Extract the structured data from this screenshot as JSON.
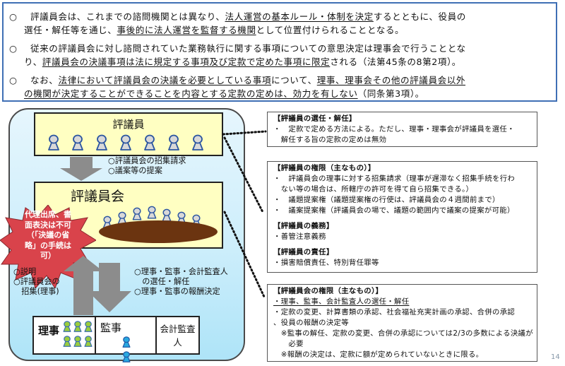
{
  "intro": {
    "bullet_glyph": "○",
    "paragraphs": [
      {
        "line1_pre": "評議員会は、これまでの諮問機関とは異なり、",
        "line1_u": "法人運営の基本ルール・体制を決定",
        "line1_post": "するとともに、役員の",
        "line2_pre": "選任・解任等を通じ、",
        "line2_u": "事後的に法人運営を監督する機関",
        "line2_post": "として位置付けられることとなる。"
      },
      {
        "line1_pre": "従来の評議員会に対し諮問されていた業務執行に関する事項についての意思決定は理事会で行うこととな",
        "line2_pre": "り、",
        "line2_u": "評議員会の決議事項は法に規定する事項及び定款で定めた事項に限定",
        "line2_post": "される（法第45条の8第2項）。"
      },
      {
        "line1_pre": "なお、",
        "line1_u": "法律において評議員会の決議を必要としている事項",
        "line1_mid": "について、",
        "line1_u2": "理事、理事会その他の評議員会以外",
        "line2_u": "の機関が決定することができることを内容とする定款の定めは、効力を有しない",
        "line2_post": "（同条第3項）。"
      }
    ]
  },
  "diagram": {
    "councilors_label": "評議員",
    "councilors_count": 7,
    "council_requests": [
      "○評議員会の招集請求",
      "○議案等の提案"
    ],
    "council_label": "評議員会",
    "council_seated_count": 7,
    "burst_text": [
      "代理出席、書",
      "面表決は不可",
      "（「決議の省",
      "略」の手続は",
      "可）"
    ],
    "up_arrow_text": [
      "○説明",
      "○評議員会の",
      "　招集(理事)"
    ],
    "down_arrow_text": [
      "○理事・監事・会計監査人",
      "　の選任・解任",
      "○理事・監事の報酬決定"
    ],
    "table": {
      "directors": "理事",
      "directors_count": 6,
      "auditors": "監事",
      "auditors_count": 2,
      "accounting_auditor": "会計監査人"
    },
    "colors": {
      "outer_bg": "#cdeefb",
      "yellow_box": "#ffffc2",
      "table_brown": "#6b3410",
      "burst_red": "#d9434b",
      "arrow_gray": "#8c8c8c",
      "director_green": "#9acd3c",
      "auditor_blue": "#29a8e0",
      "border_blue": "#3f6fb5"
    }
  },
  "notes": {
    "box1": {
      "heading": "【評議員の選任・解任】",
      "lines": [
        "・　定款で定める方法による。ただし、理事・理事会が評議員を選任・",
        "　解任する旨の定款の定めは無効"
      ]
    },
    "box2": {
      "sections": [
        {
          "heading": "【評議員の権限（主なもの）】",
          "lines": [
            "・　評議員会の理事に対する招集請求（理事が遅滞なく招集手続を行わ",
            "　ない等の場合は、所轄庁の許可を得て自ら招集できる。）",
            "・　議題提案権（議題提案権の行使は、評議員会の４週間前まで）",
            "・　議案提案権（評議員会の場で、議題の範囲内で議案の提案が可能）"
          ]
        },
        {
          "heading": "【評議員の義務】",
          "lines": [
            "・善管注意義務"
          ]
        },
        {
          "heading": "【評議員の責任】",
          "lines": [
            "・損害賠償責任、特別背任罪等"
          ]
        }
      ]
    },
    "box3": {
      "heading": "【評議員会の権限（主なもの）】",
      "underlined_line": "・理事、監事、会計監査人の選任・解任",
      "lines": [
        "・定款の変更、計算書類の承認、社会福祉充実計画の承認、合併の承認",
        "、役員の報酬の決定等",
        "　※監事の解任、定款の変更、合併の承認については2/3の多数による決議が",
        "　　必要",
        "　※報酬の決定は、定款に額が定められていないときに限る。"
      ]
    }
  },
  "page_number": "14"
}
